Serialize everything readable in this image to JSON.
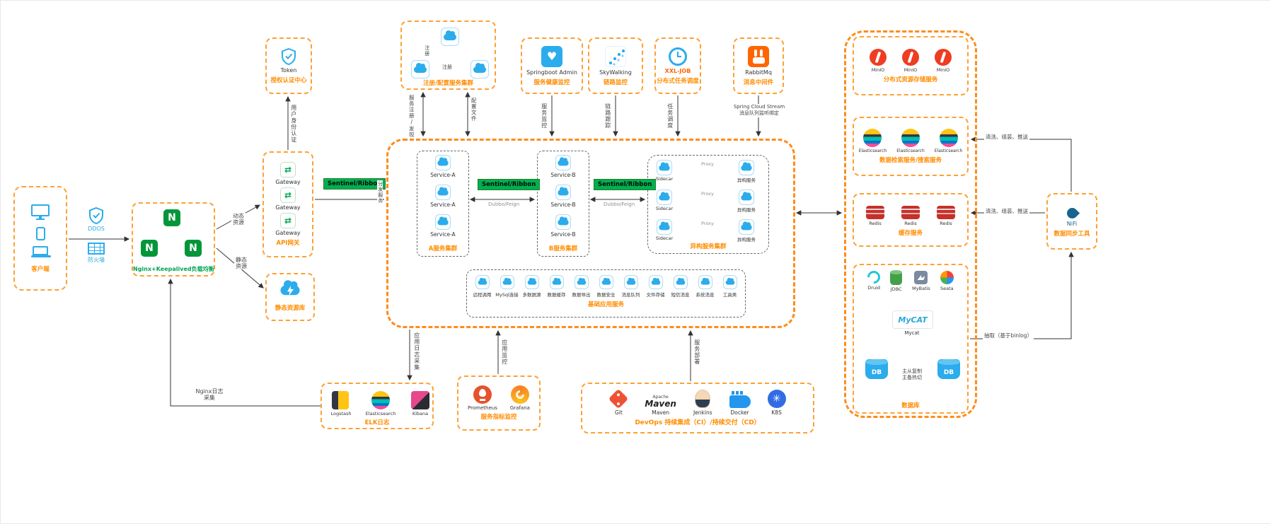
{
  "client": {
    "label": "客户端"
  },
  "security": {
    "ddos": "DDOS",
    "firewall": "防火墙"
  },
  "nginx": {
    "label": "Nginx+Keepalived负载均衡"
  },
  "auth": {
    "name": "Token",
    "label": "授权认证中心"
  },
  "gateway": {
    "items": [
      "Gateway",
      "Gateway",
      "Gateway"
    ],
    "label": "API网关"
  },
  "static_repo": {
    "label": "静态资源库"
  },
  "registry": {
    "label": "注册/配置服务集群",
    "reg_left": "注册",
    "reg_mid": "注册"
  },
  "monitors": [
    {
      "name": "Springboot Admin",
      "label": "服务健康监控"
    },
    {
      "name": "SkyWalking",
      "label": "链路监控"
    },
    {
      "name": "XXL-JOB",
      "label": "分布式任务调度"
    },
    {
      "name": "RabbitMq",
      "label": "消息中间件"
    }
  ],
  "center": {
    "cluster_a": {
      "label": "A服务集群",
      "items": [
        "Service-A",
        "Service-A",
        "Service-A"
      ]
    },
    "cluster_b": {
      "label": "B服务集群",
      "items": [
        "Service-B",
        "Service-B",
        "Service-B"
      ]
    },
    "link1": {
      "box": "Sentinel/Ribbon",
      "sub": "Dubbo/Feign"
    },
    "link2": {
      "box": "Sentinel/Ribbon",
      "sub": "Dubbo/Feign"
    },
    "hetero": {
      "label": "异构服务集群",
      "rows": [
        {
          "left": "Sidecar",
          "mid": "Proxy",
          "right": "异构服务"
        },
        {
          "left": "Sidecar",
          "mid": "Proxy",
          "right": "异构服务"
        },
        {
          "left": "Sidecar",
          "mid": "Proxy",
          "right": "异构服务"
        }
      ]
    },
    "basic": {
      "label": "基础应用服务",
      "items": [
        "远程调用",
        "MySql连接",
        "多数据源",
        "数据缓存",
        "数据导出",
        "数据安全",
        "消息队列",
        "文件存储",
        "短信消息",
        "系统消息",
        "工具类"
      ]
    }
  },
  "elk": {
    "label": "ELK日志",
    "items": [
      "Logstash",
      "Elasticsearch",
      "Kibana"
    ]
  },
  "metrics": {
    "label": "服务指标监控",
    "items": [
      "Prometheus",
      "Grafana"
    ]
  },
  "devops": {
    "label": "DevOps 持续集成（CI）/持续交付（CD）",
    "items": [
      "Git",
      "Maven",
      "Jenkins",
      "Docker",
      "K8S"
    ],
    "maven_top": "Apache",
    "maven_main": "Maven"
  },
  "storage": {
    "minio": {
      "label": "分布式资源存储服务",
      "items": [
        "MinIO",
        "MinIO",
        "MinIO"
      ]
    },
    "search": {
      "label": "数据检索服务/搜索服务",
      "items": [
        "Elasticsearch",
        "Elasticsearch",
        "Elasticsearch"
      ]
    },
    "cache": {
      "label": "缓存服务",
      "items": [
        "Redis",
        "Redis",
        "Redis"
      ]
    },
    "db": {
      "label": "数据库",
      "tools": [
        "Druid",
        "JDBC",
        "MyBatis",
        "Seata"
      ],
      "logo": "MyCAT",
      "mycat": "Mycat",
      "db_left": "DB",
      "db_right": "DB",
      "replica1": "主从复制",
      "replica2": "主备热切"
    }
  },
  "nifi": {
    "name": "NiFi",
    "label": "数据同步工具"
  },
  "edges": {
    "auth": "用户身份认证",
    "dynamic": "动态资源",
    "static": "静态资源",
    "sentinel": "Sentinel/Ribbon",
    "gw_note": "分发服务",
    "register_left": "注册",
    "register_mid": "注册",
    "discover": "服务注册/发现",
    "config": "配置文件",
    "monitor": "服务监控",
    "trace": "链路跟踪",
    "task": "任务调度",
    "stream1": "Spring Cloud Stream",
    "stream2": "消息队列监听绑定",
    "dubbo": "Dubbo/Feign",
    "proxy": "Proxy",
    "applog": "应用日志采集",
    "appmon": "应用监控",
    "deploy": "服务部署",
    "nginxlog": "Nginx日志采集",
    "etl1": "清洗、组装、推送",
    "etl2": "清洗、组装、推送",
    "binlog": "抽取（基于binlog）"
  }
}
